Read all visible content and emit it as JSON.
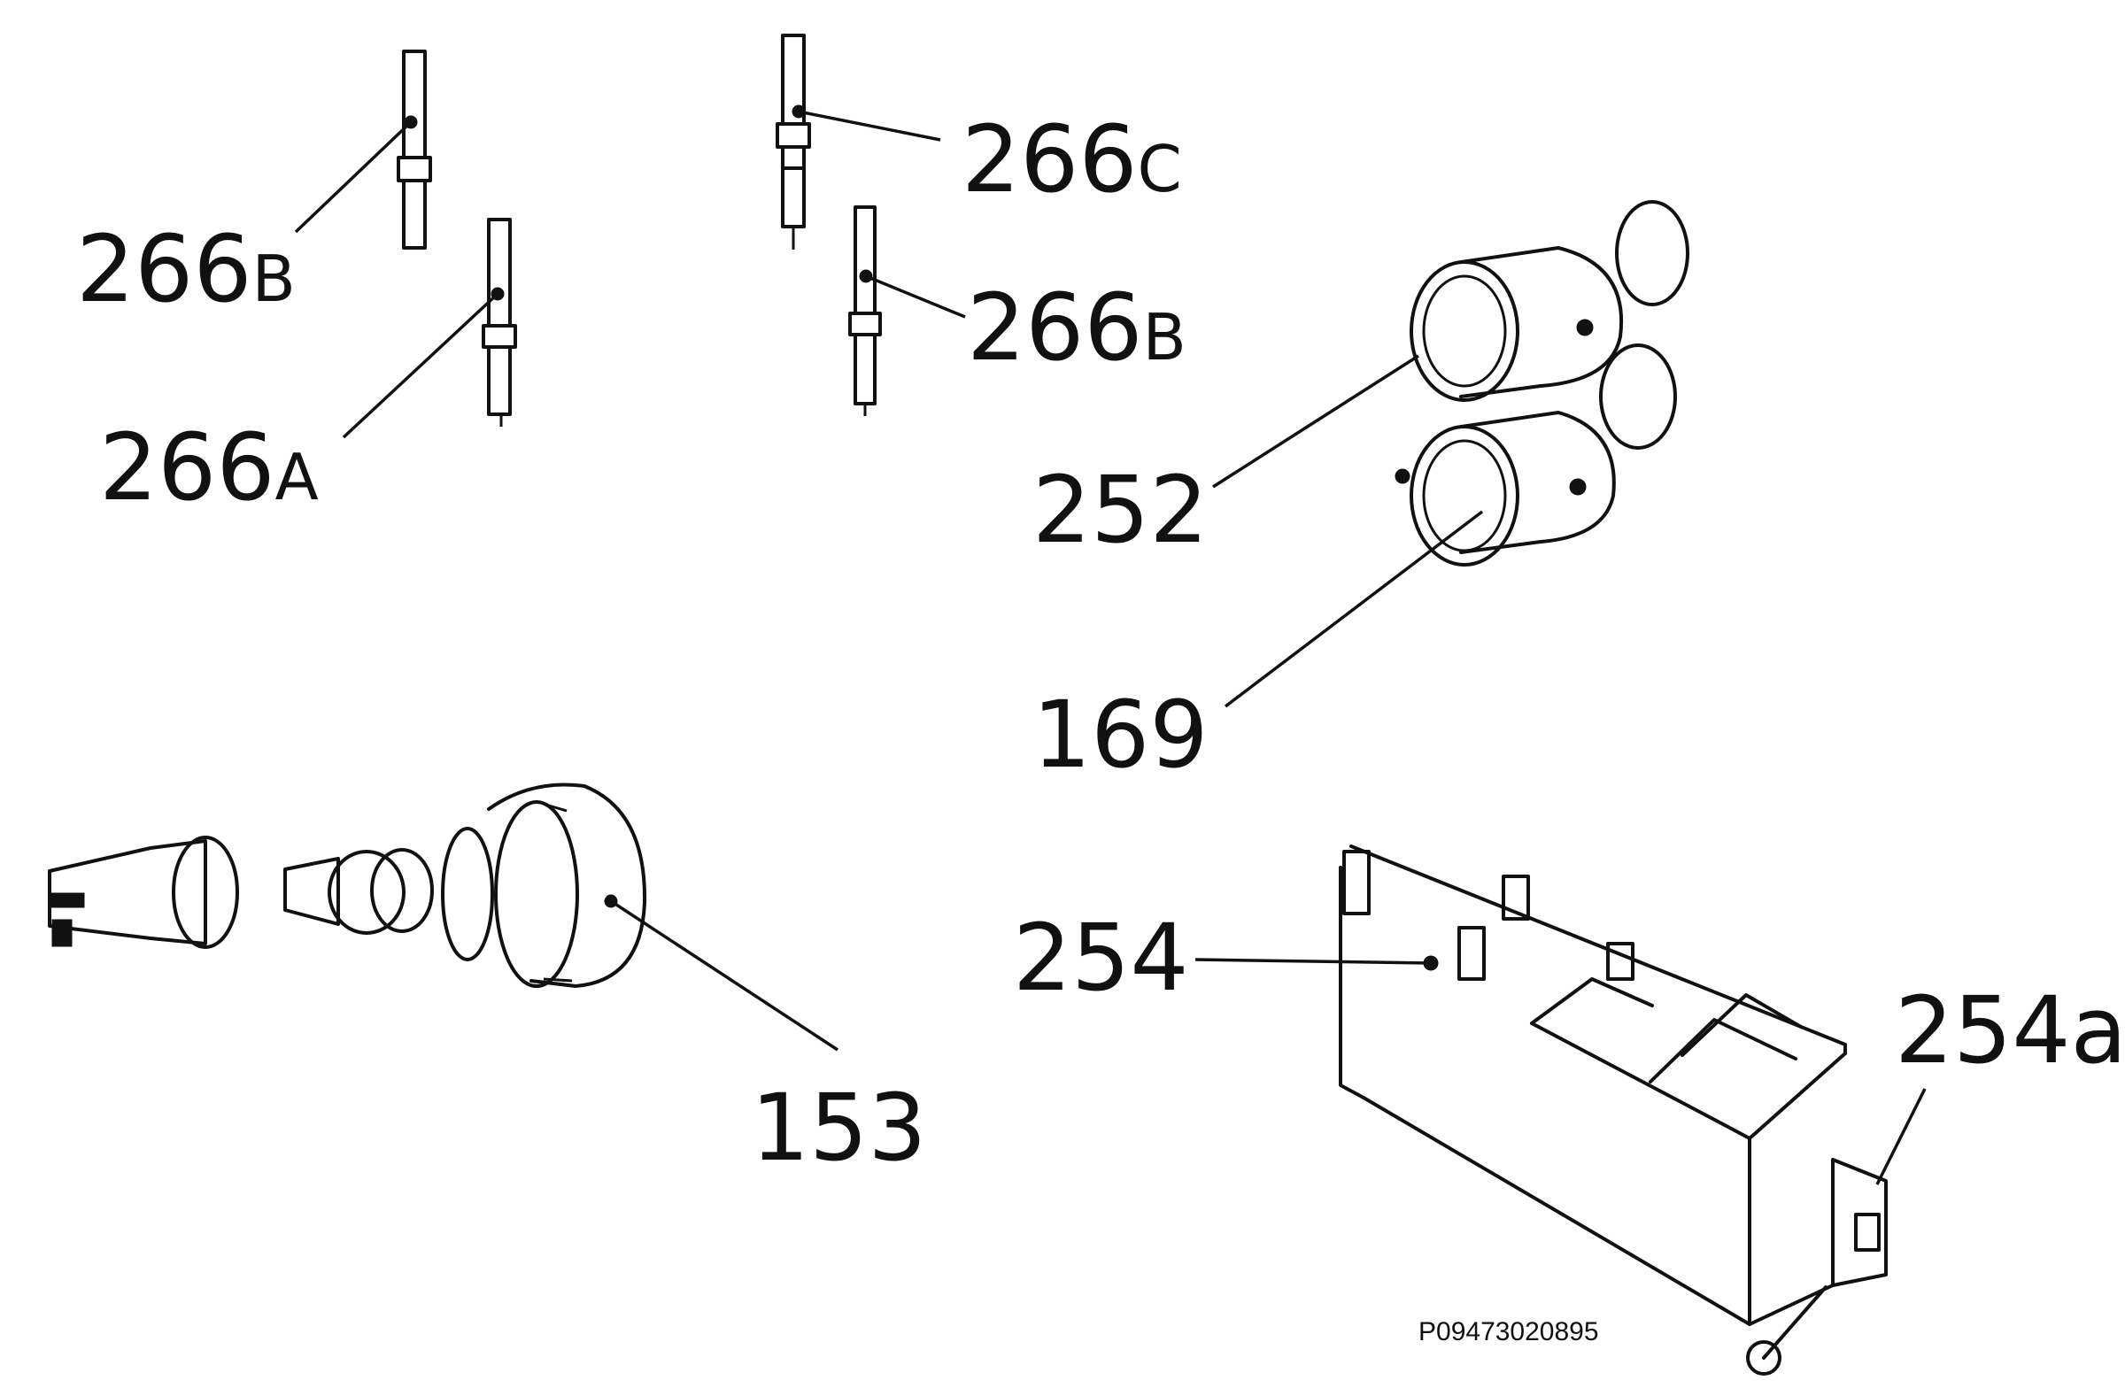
{
  "callouts": {
    "c266b_left": {
      "num": "266",
      "suffix": "B"
    },
    "c266a": {
      "num": "266",
      "suffix": "A"
    },
    "c266c": {
      "num": "266",
      "suffix": "C"
    },
    "c266b_right": {
      "num": "266",
      "suffix": "B"
    },
    "c252": "252",
    "c169": "169",
    "c153": "153",
    "c254": "254",
    "c254a": "254a"
  },
  "reference_code": "P09473020895",
  "icons": [
    "spark-electrode",
    "control-knob",
    "oven-lamp",
    "ignition-generator"
  ]
}
